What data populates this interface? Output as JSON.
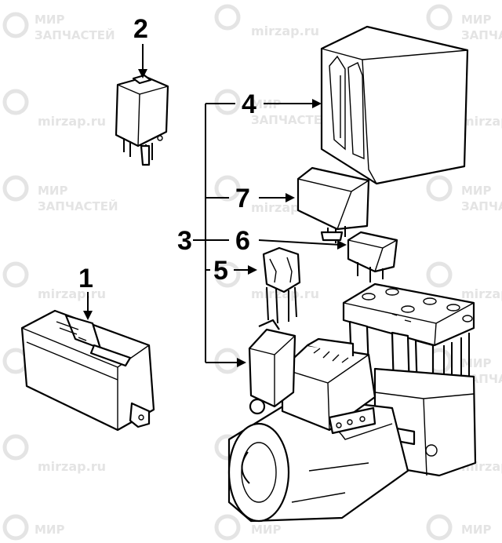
{
  "watermark": {
    "brand_ru_line1": "МИР",
    "brand_ru_line2": "ЗАПЧАСТЕЙ",
    "site": "mirzap.ru",
    "color": "#e4e4e4"
  },
  "diagram": {
    "callouts": [
      {
        "id": "1",
        "label": "1"
      },
      {
        "id": "2",
        "label": "2"
      },
      {
        "id": "3",
        "label": "3"
      },
      {
        "id": "4",
        "label": "4"
      },
      {
        "id": "5",
        "label": "5"
      },
      {
        "id": "6",
        "label": "6"
      },
      {
        "id": "7",
        "label": "7"
      }
    ],
    "line_color": "#000000"
  }
}
